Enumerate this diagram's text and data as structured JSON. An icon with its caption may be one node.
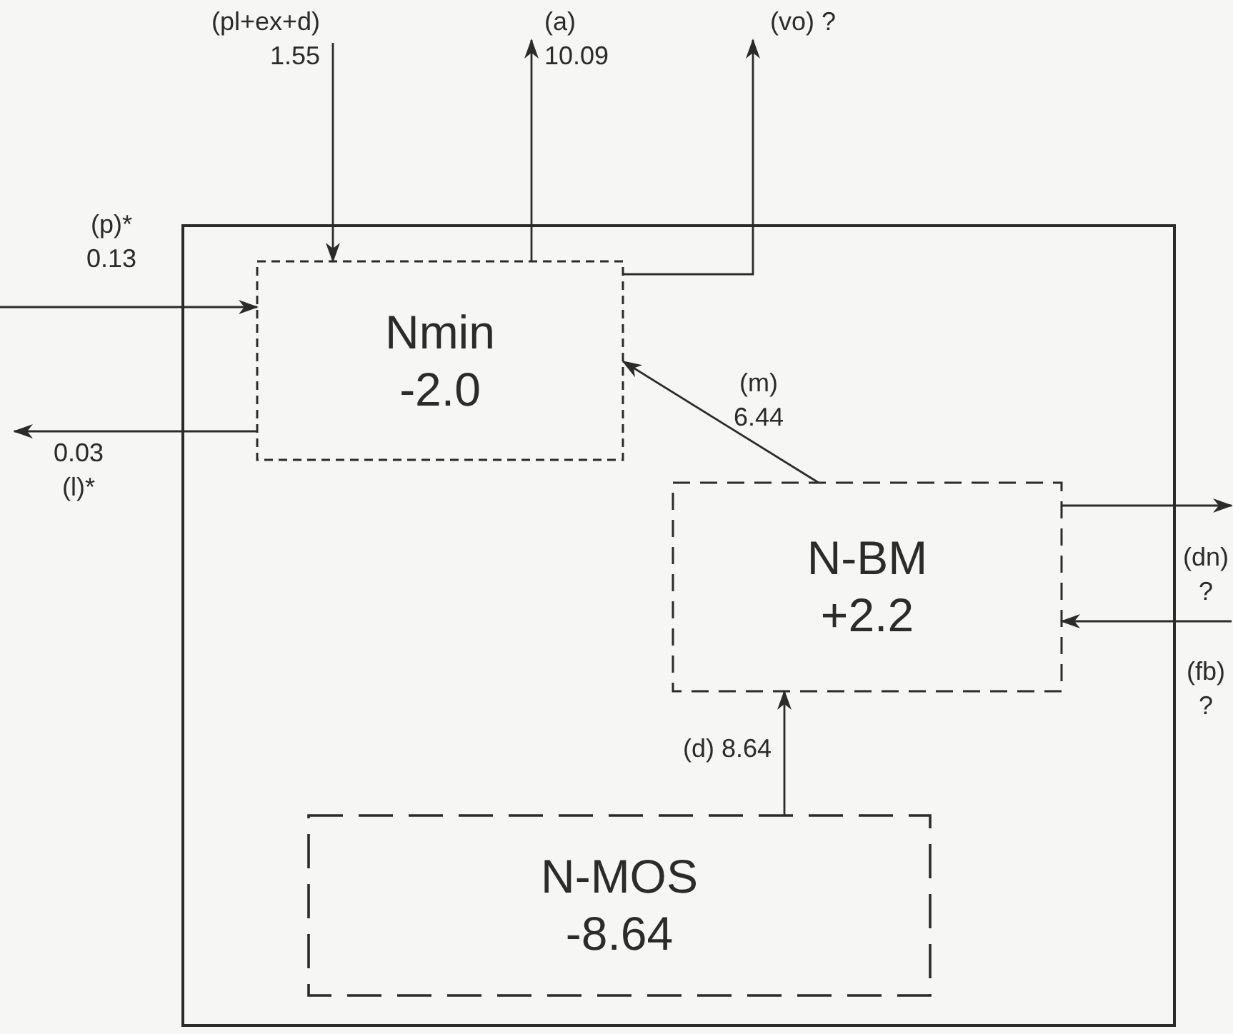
{
  "diagram": {
    "nodes": [
      {
        "text": [],
        "shape": "box"
      },
      {
        "text": [
          "Nmin",
          "-2.0"
        ],
        "in": 0
      },
      {
        "text": [
          "N-BM",
          "+2.2"
        ],
        "in": 0
      },
      {
        "text": [
          "N-MOS",
          "-8.64"
        ],
        "in": 0
      }
    ],
    "edges": [
      {
        "from": null,
        "to": 1,
        "arrow": "to",
        "label": "(pl+ex+d) 1.55"
      },
      {
        "from": 1,
        "to": null,
        "arrow": "to",
        "label": "(a) 10.09"
      },
      {
        "from": 1,
        "to": null,
        "arrow": "to",
        "label": "(vo) ?"
      },
      {
        "from": null,
        "to": 1,
        "arrow": "to",
        "label": "(p)* 0.13"
      },
      {
        "from": 1,
        "to": null,
        "arrow": "to",
        "label": "0.03 (l)*"
      },
      {
        "from": 2,
        "to": 1,
        "arrow": "to",
        "label": "(m) 6.44"
      },
      {
        "from": 2,
        "to": null,
        "arrow": "to",
        "label": "(dn) ?"
      },
      {
        "from": null,
        "to": 2,
        "arrow": "to",
        "label": "(fb) ?"
      },
      {
        "from": 3,
        "to": 2,
        "arrow": "to",
        "label": "(d) 8.64"
      }
    ]
  }
}
